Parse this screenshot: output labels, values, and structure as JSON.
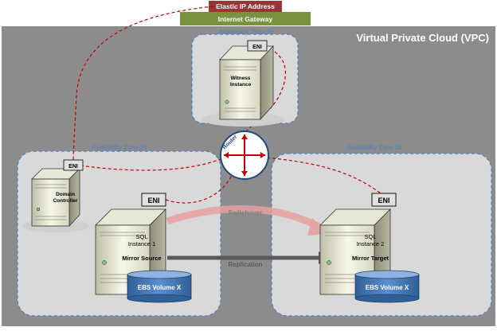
{
  "labels": {
    "elastic_ip": "Elastic IP Address",
    "internet_gateway": "Internet Gateway",
    "vpc": "Virtual Private Cloud (VPC)",
    "zone_c": "Availability Zone 2c",
    "zone_a": "Availability Zone 2a",
    "zone_b": "Availability Zone 2b",
    "router": "Router",
    "switchover": "Switchover",
    "replication": "Replication"
  },
  "eni": "ENI",
  "witness": {
    "line1": "Witness",
    "line2": "Instance"
  },
  "domain_controller": {
    "line1": "Domain",
    "line2": "Controller"
  },
  "sql1": {
    "line1": "SQL",
    "line2": "Instance 1",
    "role": "Mirror Source",
    "volume": "EBS Volume X"
  },
  "sql2": {
    "line1": "SQL",
    "line2": "Instance 2",
    "role": "Mirror Target",
    "volume": "EBS Volume X"
  },
  "colors": {
    "elastic_ip_fill": "#953735",
    "gateway_fill": "#77933c",
    "vpc_fill": "#8c8c8c",
    "zone_fill": "#d9d9d9",
    "zone_border": "#4f81bd",
    "dashed_red": "#c00000",
    "router_fill": "#ffffff",
    "router_ring": "#1f497d",
    "ebs_fill": "#4f81bd",
    "switchover_arrow": "#e6a0a0",
    "replication_arrow": "#595959"
  }
}
